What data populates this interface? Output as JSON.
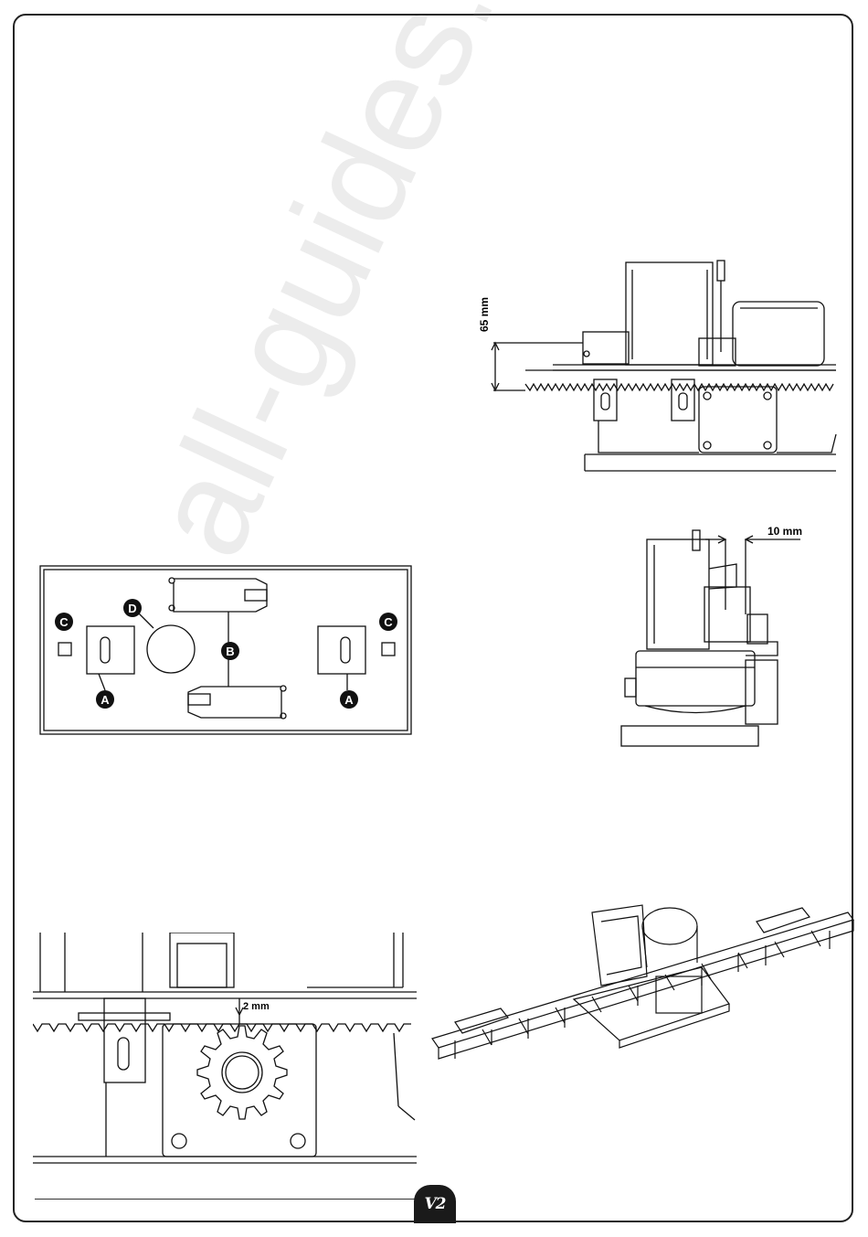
{
  "watermark": {
    "text": "all-guides.com"
  },
  "figure_height": {
    "dimension": "65 mm"
  },
  "figure_plate": {
    "callouts": {
      "a_left": "A",
      "a_right": "A",
      "b": "B",
      "c_left": "C",
      "c_right": "C",
      "d": "D"
    }
  },
  "figure_side": {
    "dimension": "10 mm"
  },
  "figure_gear": {
    "dimension": "2 mm"
  },
  "footer": {
    "logo": "V2"
  }
}
